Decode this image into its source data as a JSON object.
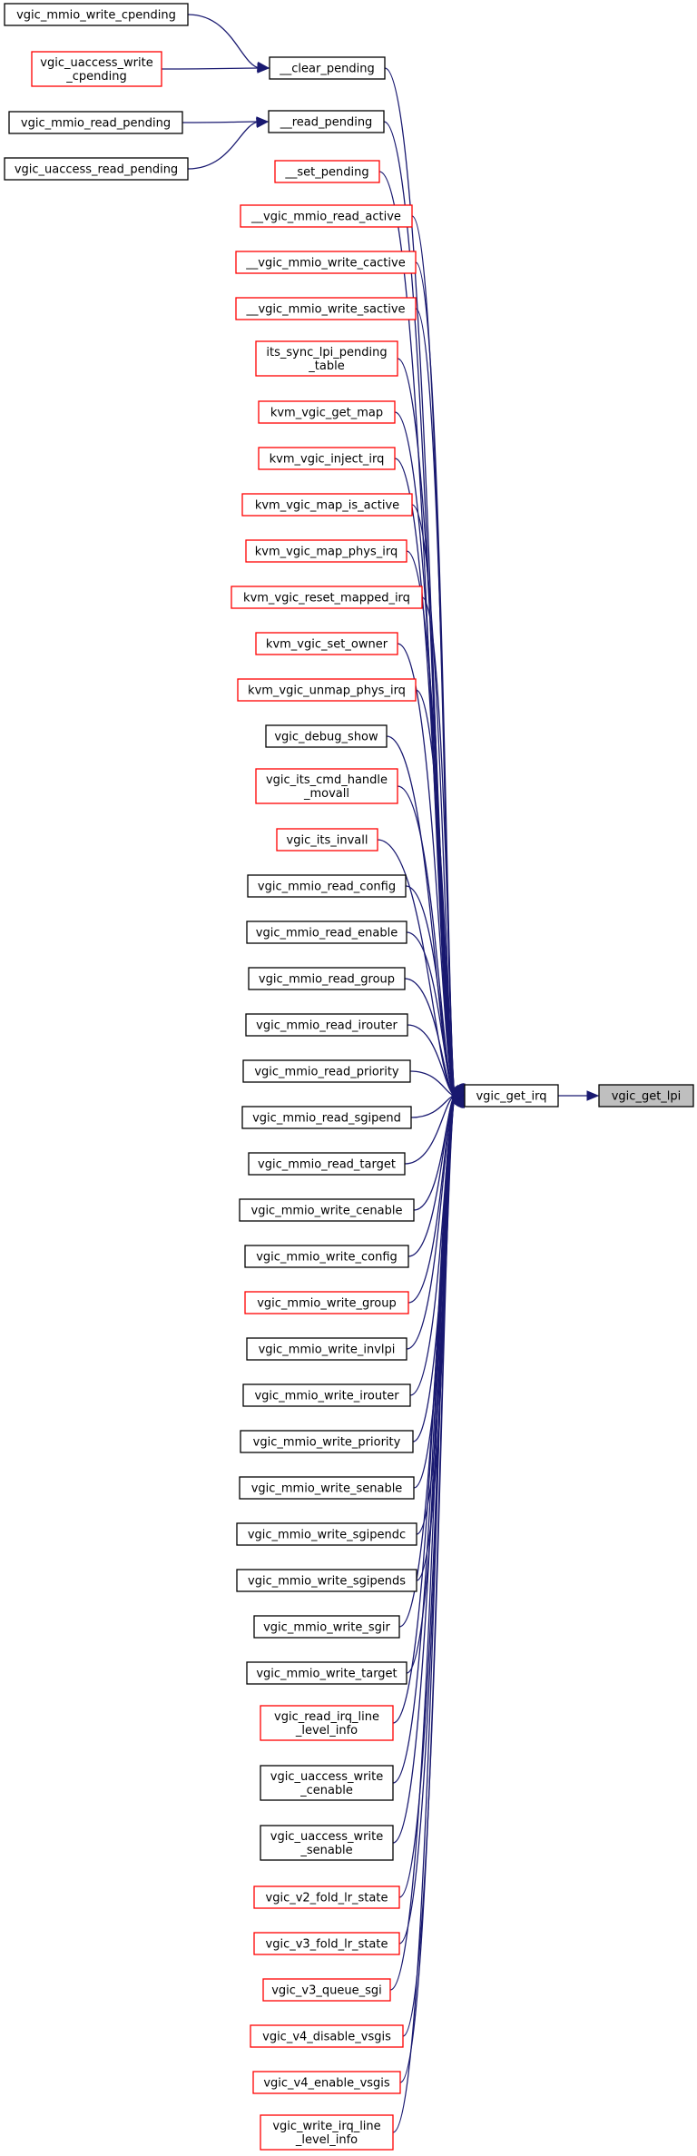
{
  "colors": {
    "edge": "#191970",
    "ref_border": "#000000",
    "link_border": "#ff0000",
    "focus_fill": "#bfbfbf"
  },
  "graph": {
    "focus": {
      "id": "vgic_get_lpi",
      "lines": [
        "vgic_get_lpi"
      ]
    },
    "hub": {
      "id": "vgic_get_irq",
      "lines": [
        "vgic_get_irq"
      ],
      "style": "black"
    },
    "intermediate": [
      {
        "id": "clear_pending",
        "lines": [
          "__clear_pending"
        ],
        "style": "black"
      },
      {
        "id": "read_pending",
        "lines": [
          "__read_pending"
        ],
        "style": "black"
      }
    ],
    "left": [
      {
        "id": "vgic_mmio_write_cpending",
        "lines": [
          "vgic_mmio_write_cpending"
        ],
        "style": "black",
        "target": "clear_pending"
      },
      {
        "id": "vgic_uaccess_write_cpending",
        "lines": [
          "vgic_uaccess_write",
          "_cpending"
        ],
        "style": "red",
        "target": "clear_pending"
      },
      {
        "id": "vgic_mmio_read_pending",
        "lines": [
          "vgic_mmio_read_pending"
        ],
        "style": "black",
        "target": "read_pending"
      },
      {
        "id": "vgic_uaccess_read_pending",
        "lines": [
          "vgic_uaccess_read_pending"
        ],
        "style": "black",
        "target": "read_pending"
      }
    ],
    "callers": [
      {
        "id": "set_pending",
        "lines": [
          "__set_pending"
        ],
        "style": "red"
      },
      {
        "id": "vgic_mmio_read_active",
        "lines": [
          "__vgic_mmio_read_active"
        ],
        "style": "red"
      },
      {
        "id": "vgic_mmio_write_cactive",
        "lines": [
          "__vgic_mmio_write_cactive"
        ],
        "style": "red"
      },
      {
        "id": "vgic_mmio_write_sactive",
        "lines": [
          "__vgic_mmio_write_sactive"
        ],
        "style": "red"
      },
      {
        "id": "its_sync_lpi_pending_table",
        "lines": [
          "its_sync_lpi_pending",
          "_table"
        ],
        "style": "red"
      },
      {
        "id": "kvm_vgic_get_map",
        "lines": [
          "kvm_vgic_get_map"
        ],
        "style": "red"
      },
      {
        "id": "kvm_vgic_inject_irq",
        "lines": [
          "kvm_vgic_inject_irq"
        ],
        "style": "red"
      },
      {
        "id": "kvm_vgic_map_is_active",
        "lines": [
          "kvm_vgic_map_is_active"
        ],
        "style": "red"
      },
      {
        "id": "kvm_vgic_map_phys_irq",
        "lines": [
          "kvm_vgic_map_phys_irq"
        ],
        "style": "red"
      },
      {
        "id": "kvm_vgic_reset_mapped_irq",
        "lines": [
          "kvm_vgic_reset_mapped_irq"
        ],
        "style": "red"
      },
      {
        "id": "kvm_vgic_set_owner",
        "lines": [
          "kvm_vgic_set_owner"
        ],
        "style": "red"
      },
      {
        "id": "kvm_vgic_unmap_phys_irq",
        "lines": [
          "kvm_vgic_unmap_phys_irq"
        ],
        "style": "red"
      },
      {
        "id": "vgic_debug_show",
        "lines": [
          "vgic_debug_show"
        ],
        "style": "black"
      },
      {
        "id": "vgic_its_cmd_handle_movall",
        "lines": [
          "vgic_its_cmd_handle",
          "_movall"
        ],
        "style": "red"
      },
      {
        "id": "vgic_its_invall",
        "lines": [
          "vgic_its_invall"
        ],
        "style": "red"
      },
      {
        "id": "vgic_mmio_read_config",
        "lines": [
          "vgic_mmio_read_config"
        ],
        "style": "black"
      },
      {
        "id": "vgic_mmio_read_enable",
        "lines": [
          "vgic_mmio_read_enable"
        ],
        "style": "black"
      },
      {
        "id": "vgic_mmio_read_group",
        "lines": [
          "vgic_mmio_read_group"
        ],
        "style": "black"
      },
      {
        "id": "vgic_mmio_read_irouter",
        "lines": [
          "vgic_mmio_read_irouter"
        ],
        "style": "black"
      },
      {
        "id": "vgic_mmio_read_priority",
        "lines": [
          "vgic_mmio_read_priority"
        ],
        "style": "black"
      },
      {
        "id": "vgic_mmio_read_sgipend",
        "lines": [
          "vgic_mmio_read_sgipend"
        ],
        "style": "black"
      },
      {
        "id": "vgic_mmio_read_target",
        "lines": [
          "vgic_mmio_read_target"
        ],
        "style": "black"
      },
      {
        "id": "vgic_mmio_write_cenable",
        "lines": [
          "vgic_mmio_write_cenable"
        ],
        "style": "black"
      },
      {
        "id": "vgic_mmio_write_config",
        "lines": [
          "vgic_mmio_write_config"
        ],
        "style": "black"
      },
      {
        "id": "vgic_mmio_write_group",
        "lines": [
          "vgic_mmio_write_group"
        ],
        "style": "red"
      },
      {
        "id": "vgic_mmio_write_invlpi",
        "lines": [
          "vgic_mmio_write_invlpi"
        ],
        "style": "black"
      },
      {
        "id": "vgic_mmio_write_irouter",
        "lines": [
          "vgic_mmio_write_irouter"
        ],
        "style": "black"
      },
      {
        "id": "vgic_mmio_write_priority",
        "lines": [
          "vgic_mmio_write_priority"
        ],
        "style": "black"
      },
      {
        "id": "vgic_mmio_write_senable",
        "lines": [
          "vgic_mmio_write_senable"
        ],
        "style": "black"
      },
      {
        "id": "vgic_mmio_write_sgipendc",
        "lines": [
          "vgic_mmio_write_sgipendc"
        ],
        "style": "black"
      },
      {
        "id": "vgic_mmio_write_sgipends",
        "lines": [
          "vgic_mmio_write_sgipends"
        ],
        "style": "black"
      },
      {
        "id": "vgic_mmio_write_sgir",
        "lines": [
          "vgic_mmio_write_sgir"
        ],
        "style": "black"
      },
      {
        "id": "vgic_mmio_write_target",
        "lines": [
          "vgic_mmio_write_target"
        ],
        "style": "black"
      },
      {
        "id": "vgic_read_irq_line_level_info",
        "lines": [
          "vgic_read_irq_line",
          "_level_info"
        ],
        "style": "red"
      },
      {
        "id": "vgic_uaccess_write_cenable",
        "lines": [
          "vgic_uaccess_write",
          "_cenable"
        ],
        "style": "black"
      },
      {
        "id": "vgic_uaccess_write_senable",
        "lines": [
          "vgic_uaccess_write",
          "_senable"
        ],
        "style": "black"
      },
      {
        "id": "vgic_v2_fold_lr_state",
        "lines": [
          "vgic_v2_fold_lr_state"
        ],
        "style": "red"
      },
      {
        "id": "vgic_v3_fold_lr_state",
        "lines": [
          "vgic_v3_fold_lr_state"
        ],
        "style": "red"
      },
      {
        "id": "vgic_v3_queue_sgi",
        "lines": [
          "vgic_v3_queue_sgi"
        ],
        "style": "red"
      },
      {
        "id": "vgic_v4_disable_vsgis",
        "lines": [
          "vgic_v4_disable_vsgis"
        ],
        "style": "red"
      },
      {
        "id": "vgic_v4_enable_vsgis",
        "lines": [
          "vgic_v4_enable_vsgis"
        ],
        "style": "red"
      },
      {
        "id": "vgic_write_irq_line_level_info",
        "lines": [
          "vgic_write_irq_line",
          "_level_info"
        ],
        "style": "red"
      }
    ]
  }
}
